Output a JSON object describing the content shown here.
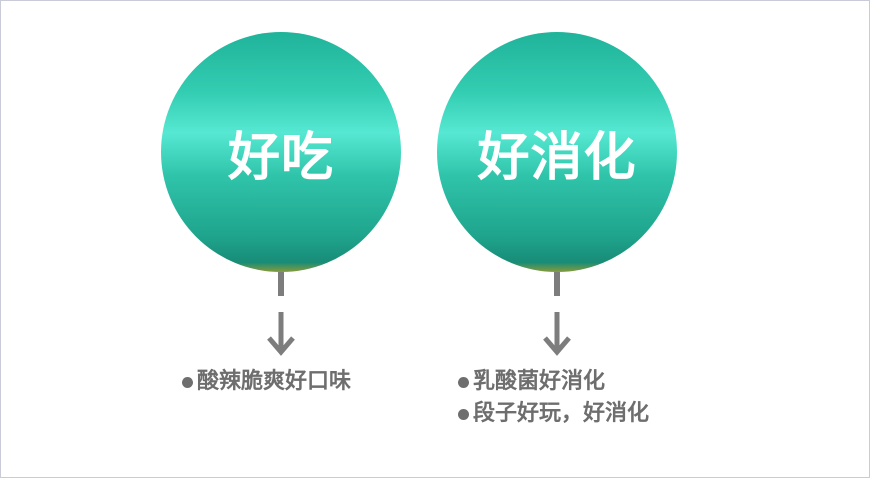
{
  "columns": [
    {
      "title": "好吃",
      "items": [
        "酸辣脆爽好口味"
      ]
    },
    {
      "title": "好消化",
      "items": [
        "乳酸菌好消化",
        "段子好玩，好消化"
      ]
    }
  ],
  "colors": {
    "circle_top": "#1fb39a",
    "circle_highlight": "#56e8d2",
    "circle_bottom": "#188c77",
    "connector": "#7d7d7d",
    "text": "#6e6e6e"
  }
}
